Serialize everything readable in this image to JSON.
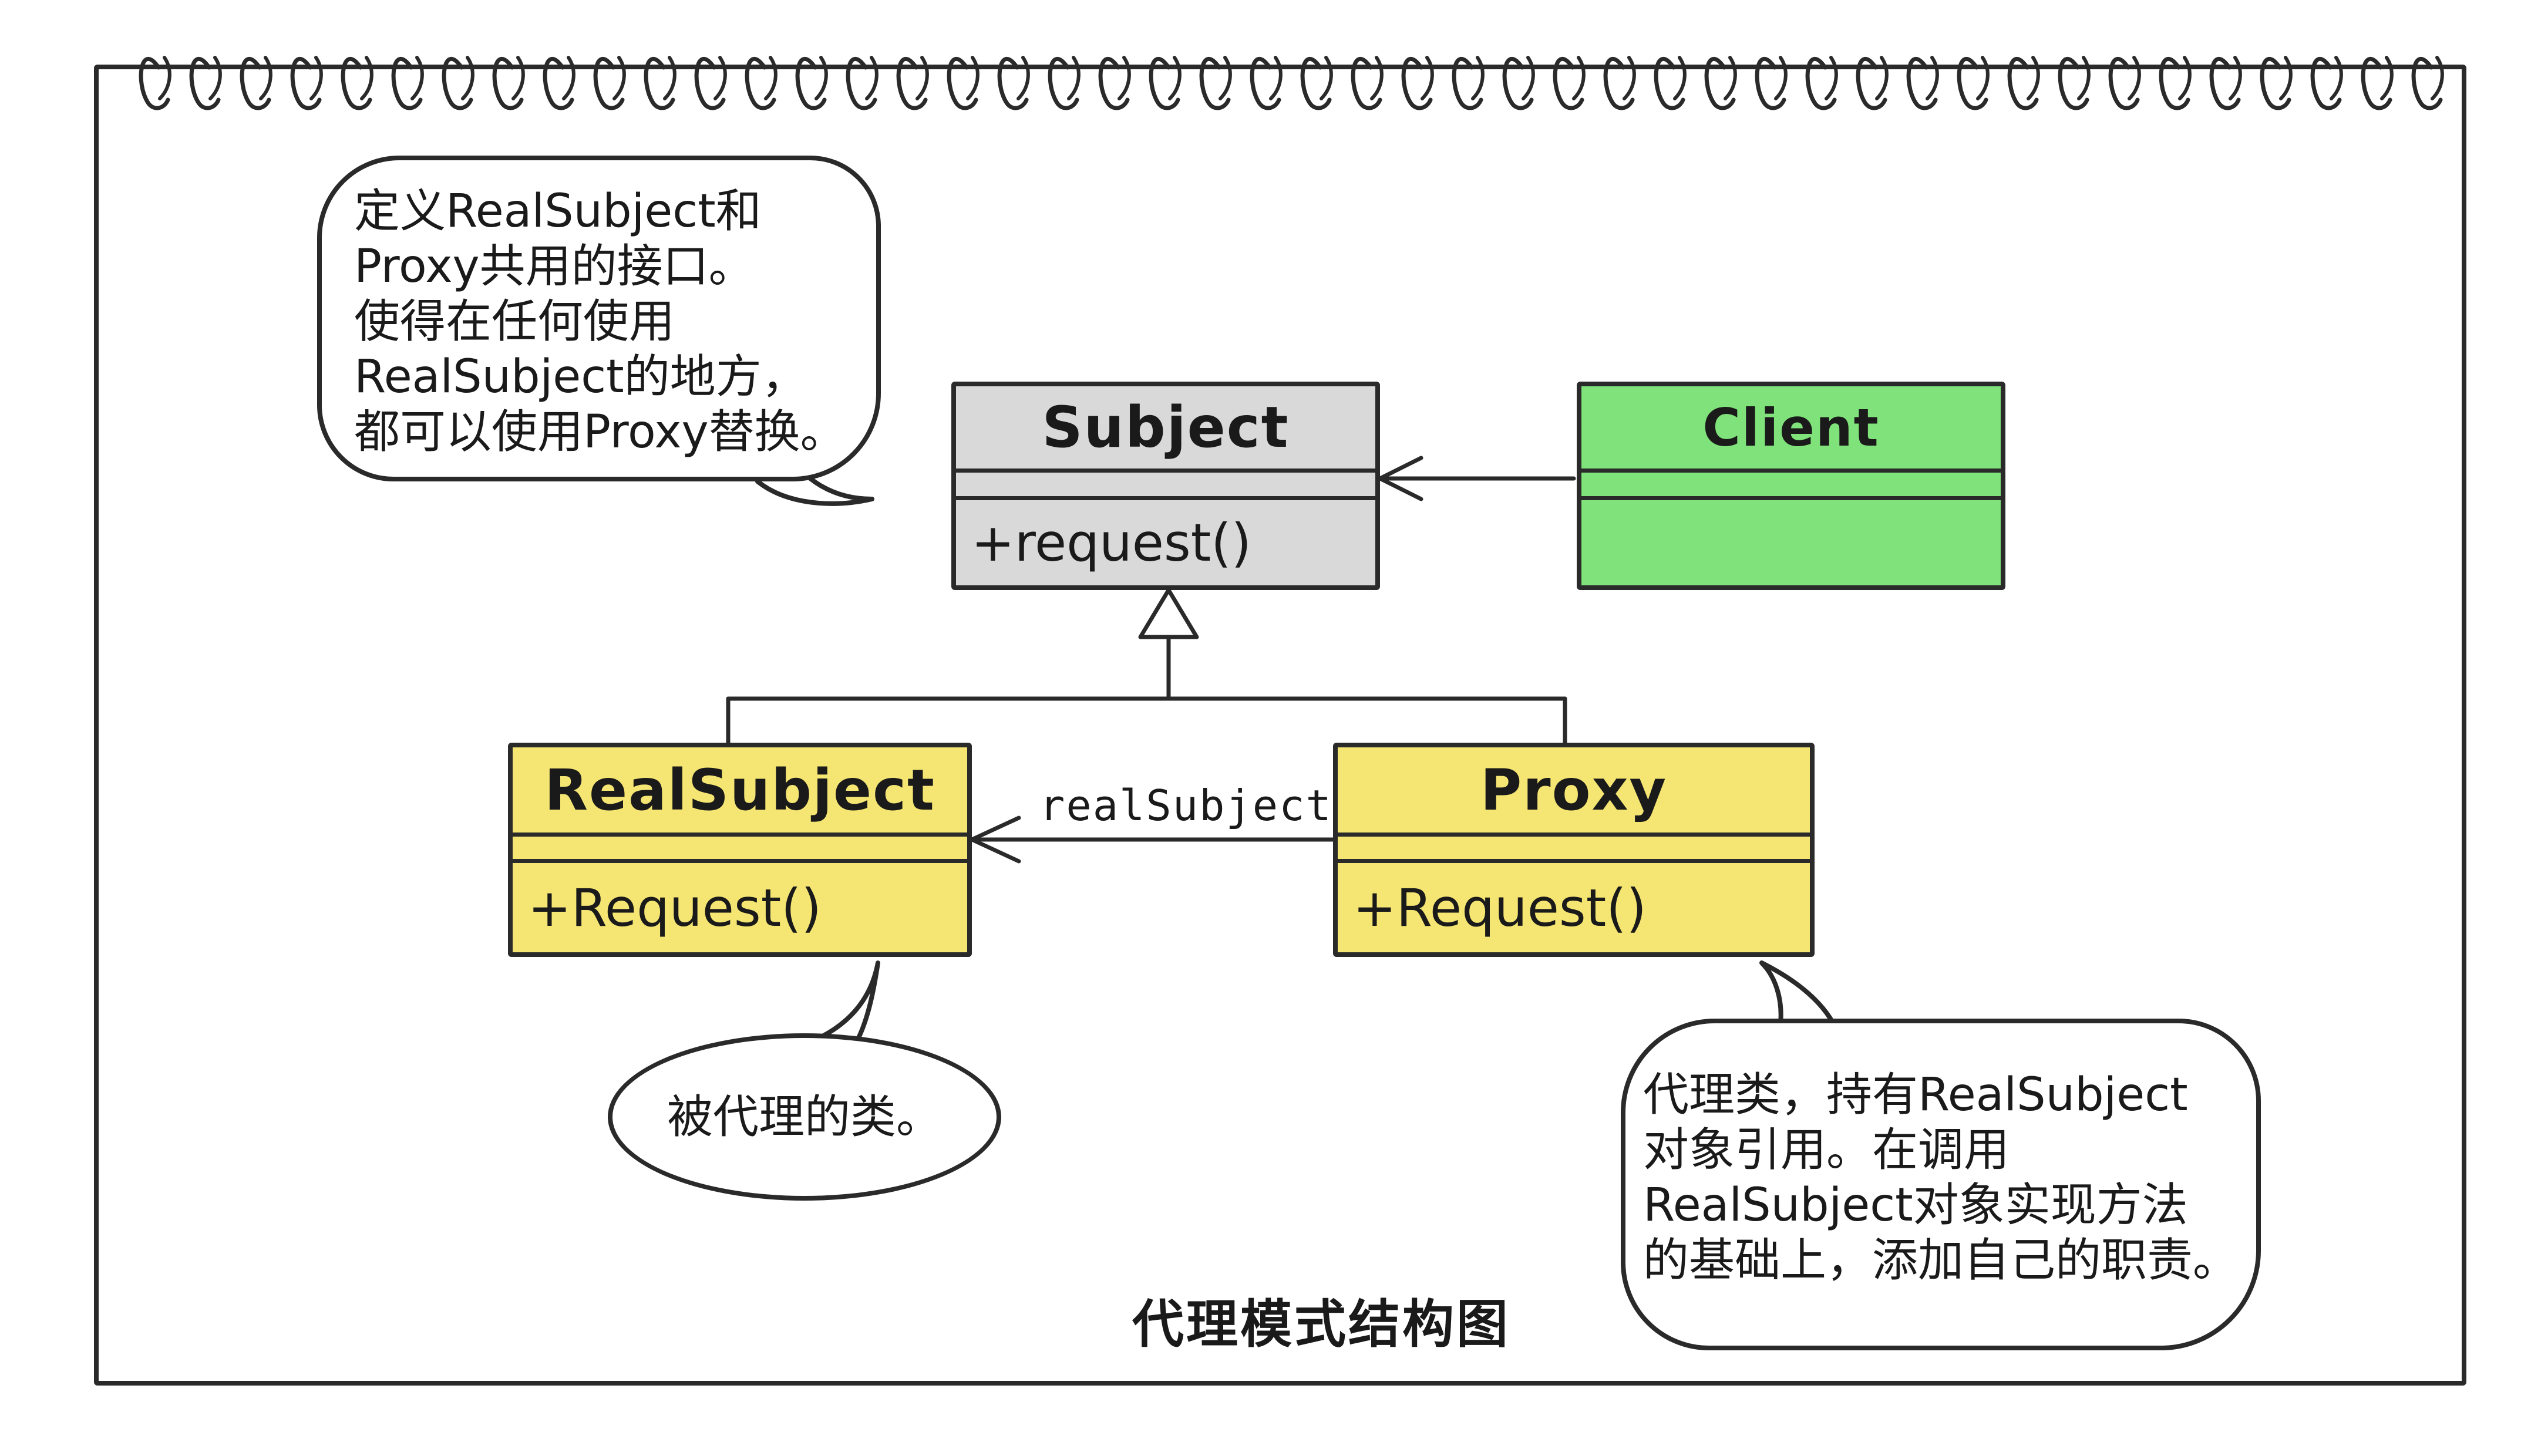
{
  "diagram": {
    "caption": "代理模式结构图",
    "classes": {
      "subject": {
        "name": "Subject",
        "method": "+request()",
        "color": "#d9d9d9"
      },
      "client": {
        "name": "Client",
        "method": "",
        "color": "#7fe27a"
      },
      "real_subject": {
        "name": "RealSubject",
        "method": "+Request()",
        "color": "#f5e673"
      },
      "proxy": {
        "name": "Proxy",
        "method": "+Request()",
        "color": "#f5e673"
      }
    },
    "association_label": "realSubject",
    "notes": {
      "subject_note": [
        "定义RealSubject和",
        "Proxy共用的接口。",
        "使得在任何使用",
        "RealSubject的地方，",
        "都可以使用Proxy替换。"
      ],
      "real_subject_note": [
        "被代理的类。"
      ],
      "proxy_note": [
        "代理类，持有RealSubject",
        "对象引用。在调用",
        "RealSubject对象实现方法",
        "的基础上，添加自己的职责。"
      ]
    }
  }
}
